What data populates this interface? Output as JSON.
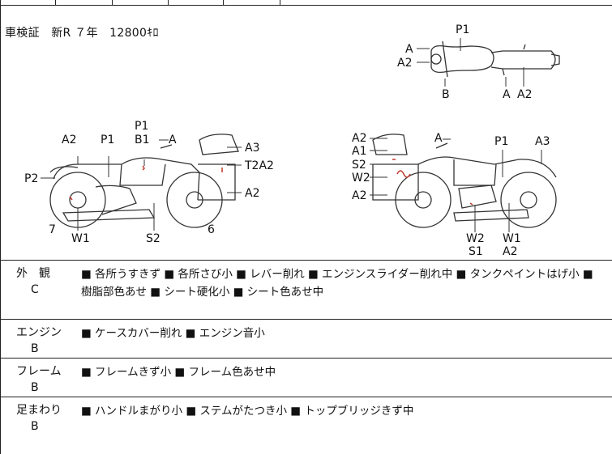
{
  "header": {
    "registration": "車検証　新R ７年　12800ｷﾛ"
  },
  "diagram": {
    "top_view_labels": [
      "A",
      "A2",
      "P1",
      "B",
      "A",
      "A2"
    ],
    "left_view_labels": [
      "P1",
      "B1",
      "A",
      "A2",
      "P1",
      "A3",
      "T2A2",
      "P2",
      "A2",
      "7",
      "W1",
      "S2",
      "6"
    ],
    "right_view_labels": [
      "A2",
      "A1",
      "S2",
      "W2",
      "A2",
      "A",
      "P1",
      "A3",
      "W2",
      "S1",
      "W1",
      "A2"
    ]
  },
  "sections": [
    {
      "category": "外　観",
      "grade": "C",
      "notes_line1": "■ 各所うすきず ■ 各所さび小 ■ レバー削れ ■ エンジンスライダー削れ中 ■ タンクペイントはげ小 ■",
      "notes_line2": "樹脂部色あせ ■ シート硬化小 ■ シート色あせ中"
    },
    {
      "category": "エンジン",
      "grade": "B",
      "notes_line1": "■ ケースカバー削れ ■ エンジン音小",
      "notes_line2": ""
    },
    {
      "category": "フレーム",
      "grade": "B",
      "notes_line1": "■ フレームきず小 ■ フレーム色あせ中",
      "notes_line2": ""
    },
    {
      "category": "足まわり",
      "grade": "B",
      "notes_line1": "■ ハンドルまがり小 ■ ステムがたつき小 ■ トップブリッジきず中",
      "notes_line2": ""
    }
  ]
}
